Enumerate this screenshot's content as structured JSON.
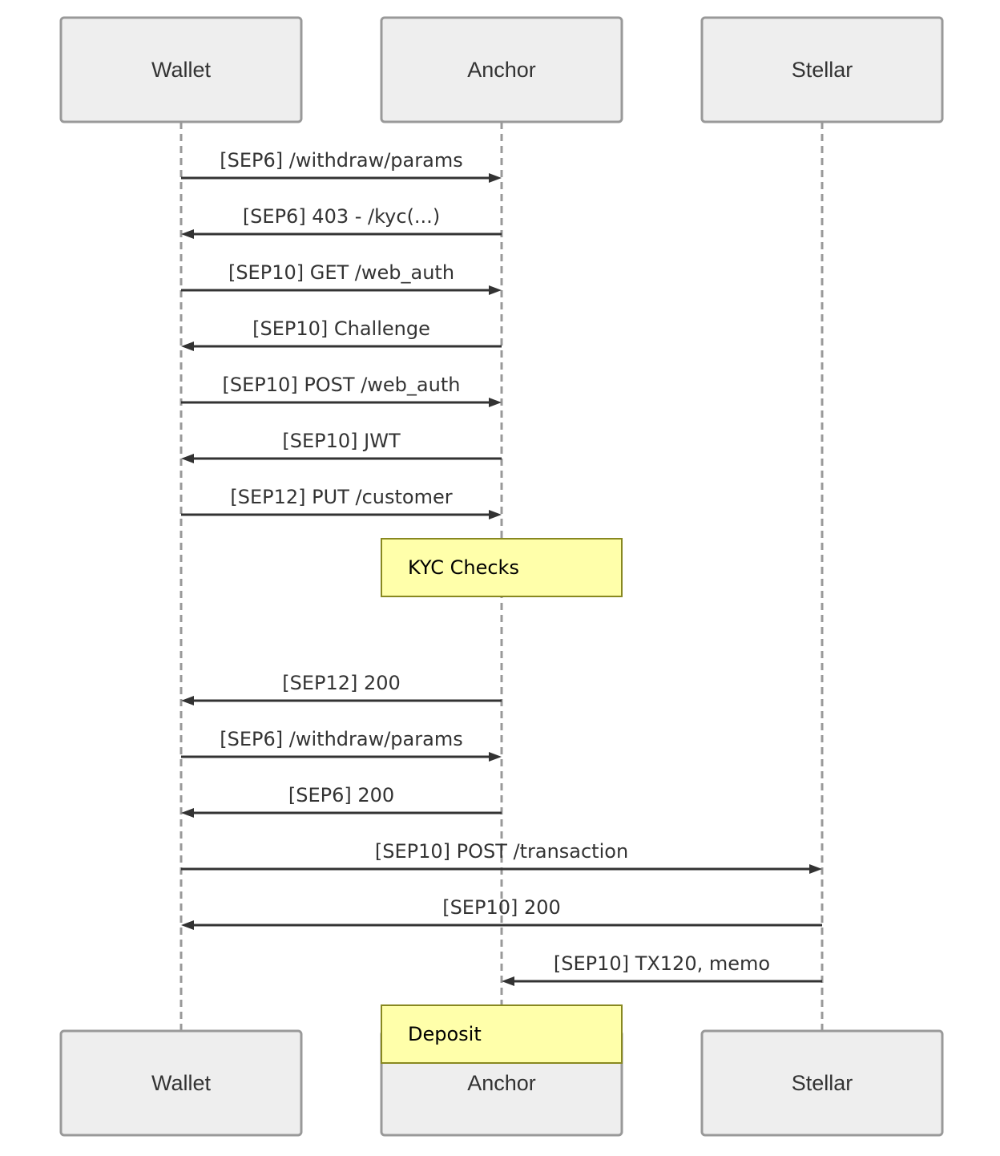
{
  "actors": [
    {
      "id": "wallet",
      "label": "Wallet"
    },
    {
      "id": "anchor",
      "label": "Anchor"
    },
    {
      "id": "stellar",
      "label": "Stellar"
    }
  ],
  "messages": [
    {
      "from": "wallet",
      "to": "anchor",
      "label": "[SEP6] /withdraw/params"
    },
    {
      "from": "anchor",
      "to": "wallet",
      "label": "[SEP6] 403 - /kyc(...)"
    },
    {
      "from": "wallet",
      "to": "anchor",
      "label": "[SEP10] GET /web_auth"
    },
    {
      "from": "anchor",
      "to": "wallet",
      "label": "[SEP10] Challenge"
    },
    {
      "from": "wallet",
      "to": "anchor",
      "label": "[SEP10] POST /web_auth"
    },
    {
      "from": "anchor",
      "to": "wallet",
      "label": "[SEP10] JWT"
    },
    {
      "from": "wallet",
      "to": "anchor",
      "label": "[SEP12] PUT /customer"
    },
    {
      "note": "anchor",
      "label": "KYC Checks"
    },
    {
      "from": "anchor",
      "to": "wallet",
      "label": "[SEP12] 200"
    },
    {
      "from": "wallet",
      "to": "anchor",
      "label": "[SEP6] /withdraw/params"
    },
    {
      "from": "anchor",
      "to": "wallet",
      "label": "[SEP6] 200"
    },
    {
      "from": "wallet",
      "to": "stellar",
      "label": "[SEP10] POST /transaction"
    },
    {
      "from": "stellar",
      "to": "wallet",
      "label": "[SEP10] 200"
    },
    {
      "from": "stellar",
      "to": "anchor",
      "label": "[SEP10] TX120, memo"
    },
    {
      "note": "anchor",
      "label": "Deposit"
    }
  ],
  "colors": {
    "actor_fill": "#eeeeee",
    "actor_border": "#999999",
    "line": "#333333",
    "note_fill": "#ffffaa",
    "note_border": "#888820"
  }
}
